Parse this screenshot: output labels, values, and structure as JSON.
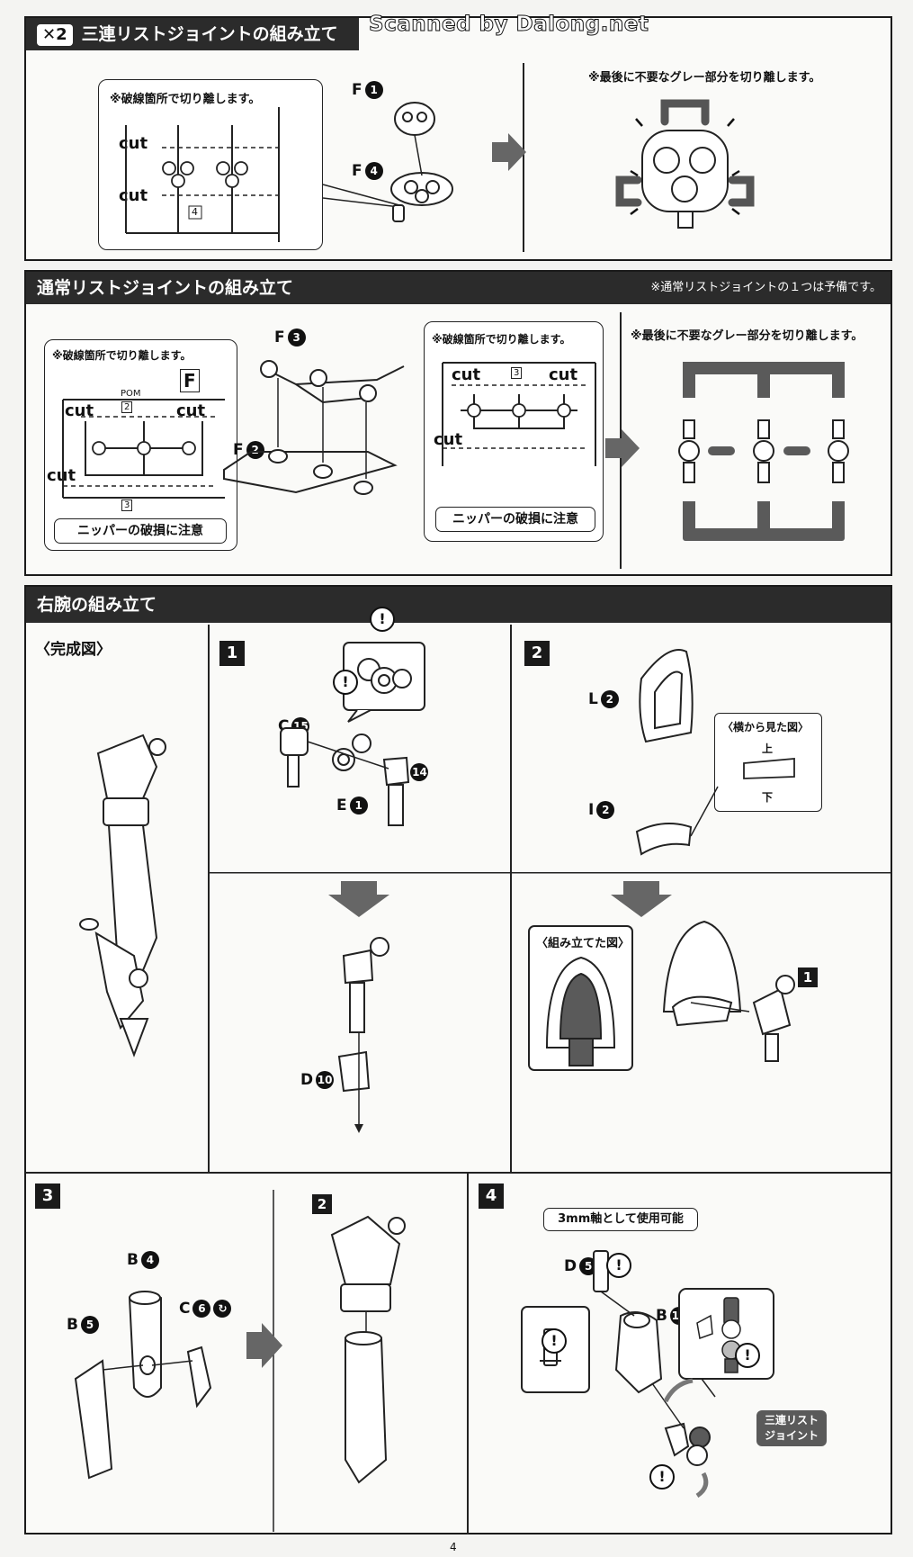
{
  "watermark": "Scanned by Dalong.net",
  "page_number": "4",
  "section1": {
    "badge": "✕2",
    "title": "三連リストジョイントの組み立て",
    "cut_note": "※破線箇所で切り離します。",
    "cut_label_1": "cut",
    "cut_label_2": "cut",
    "runner_number": "4",
    "part_f1": "F",
    "part_f1_num": "1",
    "part_f4": "F",
    "part_f4_num": "4",
    "gray_note": "※最後に不要なグレー部分を切り離します。"
  },
  "section2": {
    "title": "通常リストジョイントの組み立て",
    "spare_note": "※通常リストジョイントの１つは予備です。",
    "cut_note_left": "※破線箇所で切り離します。",
    "runner_letter": "F",
    "runner_pom": "POM",
    "left_num_2": "2",
    "left_num_3": "3",
    "cut_a": "cut",
    "cut_b": "cut",
    "cut_c": "cut",
    "caution_left": "ニッパーの破損に注意",
    "part_f3": "F",
    "part_f3_num": "3",
    "part_f2": "F",
    "part_f2_num": "2",
    "cut_note_right": "※破線箇所で切り離します。",
    "right_num_3": "3",
    "cut_d": "cut",
    "cut_e": "cut",
    "cut_f": "cut",
    "caution_right": "ニッパーの破損に注意",
    "gray_note": "※最後に不要なグレー部分を切り離します。"
  },
  "section3": {
    "title": "右腕の組み立て",
    "complete_label": "〈完成図〉",
    "step1": {
      "number": "1",
      "part_c15": "C",
      "part_c15_num": "15",
      "part_c14": "C",
      "part_c14_num": "14",
      "part_e1": "E",
      "part_e1_num": "1",
      "part_d10": "D",
      "part_d10_num": "10"
    },
    "step2": {
      "number": "2",
      "part_l2": "L",
      "part_l2_num": "2",
      "part_i2": "I",
      "part_i2_num": "2",
      "side_view_title": "〈横から見た図〉",
      "side_top": "上",
      "side_bottom": "下",
      "assembled_title": "〈組み立てた図〉",
      "ref_step": "1"
    },
    "step3": {
      "number": "3",
      "part_b4": "B",
      "part_b4_num": "4",
      "part_b5": "B",
      "part_b5_num": "5",
      "part_c6": "C",
      "part_c6_num": "6",
      "ref_step": "2"
    },
    "step4": {
      "number": "4",
      "shaft_note": "3mm軸として使用可能",
      "part_d5": "D",
      "part_d5_num": "5",
      "part_b15": "B",
      "part_b15_num": "15",
      "joint_label_line1": "三連リスト",
      "joint_label_line2": "ジョイント"
    }
  },
  "colors": {
    "header_bg": "#2b2b2b",
    "gray_part": "#5a5a5a",
    "page_bg": "#f4f4f2"
  }
}
